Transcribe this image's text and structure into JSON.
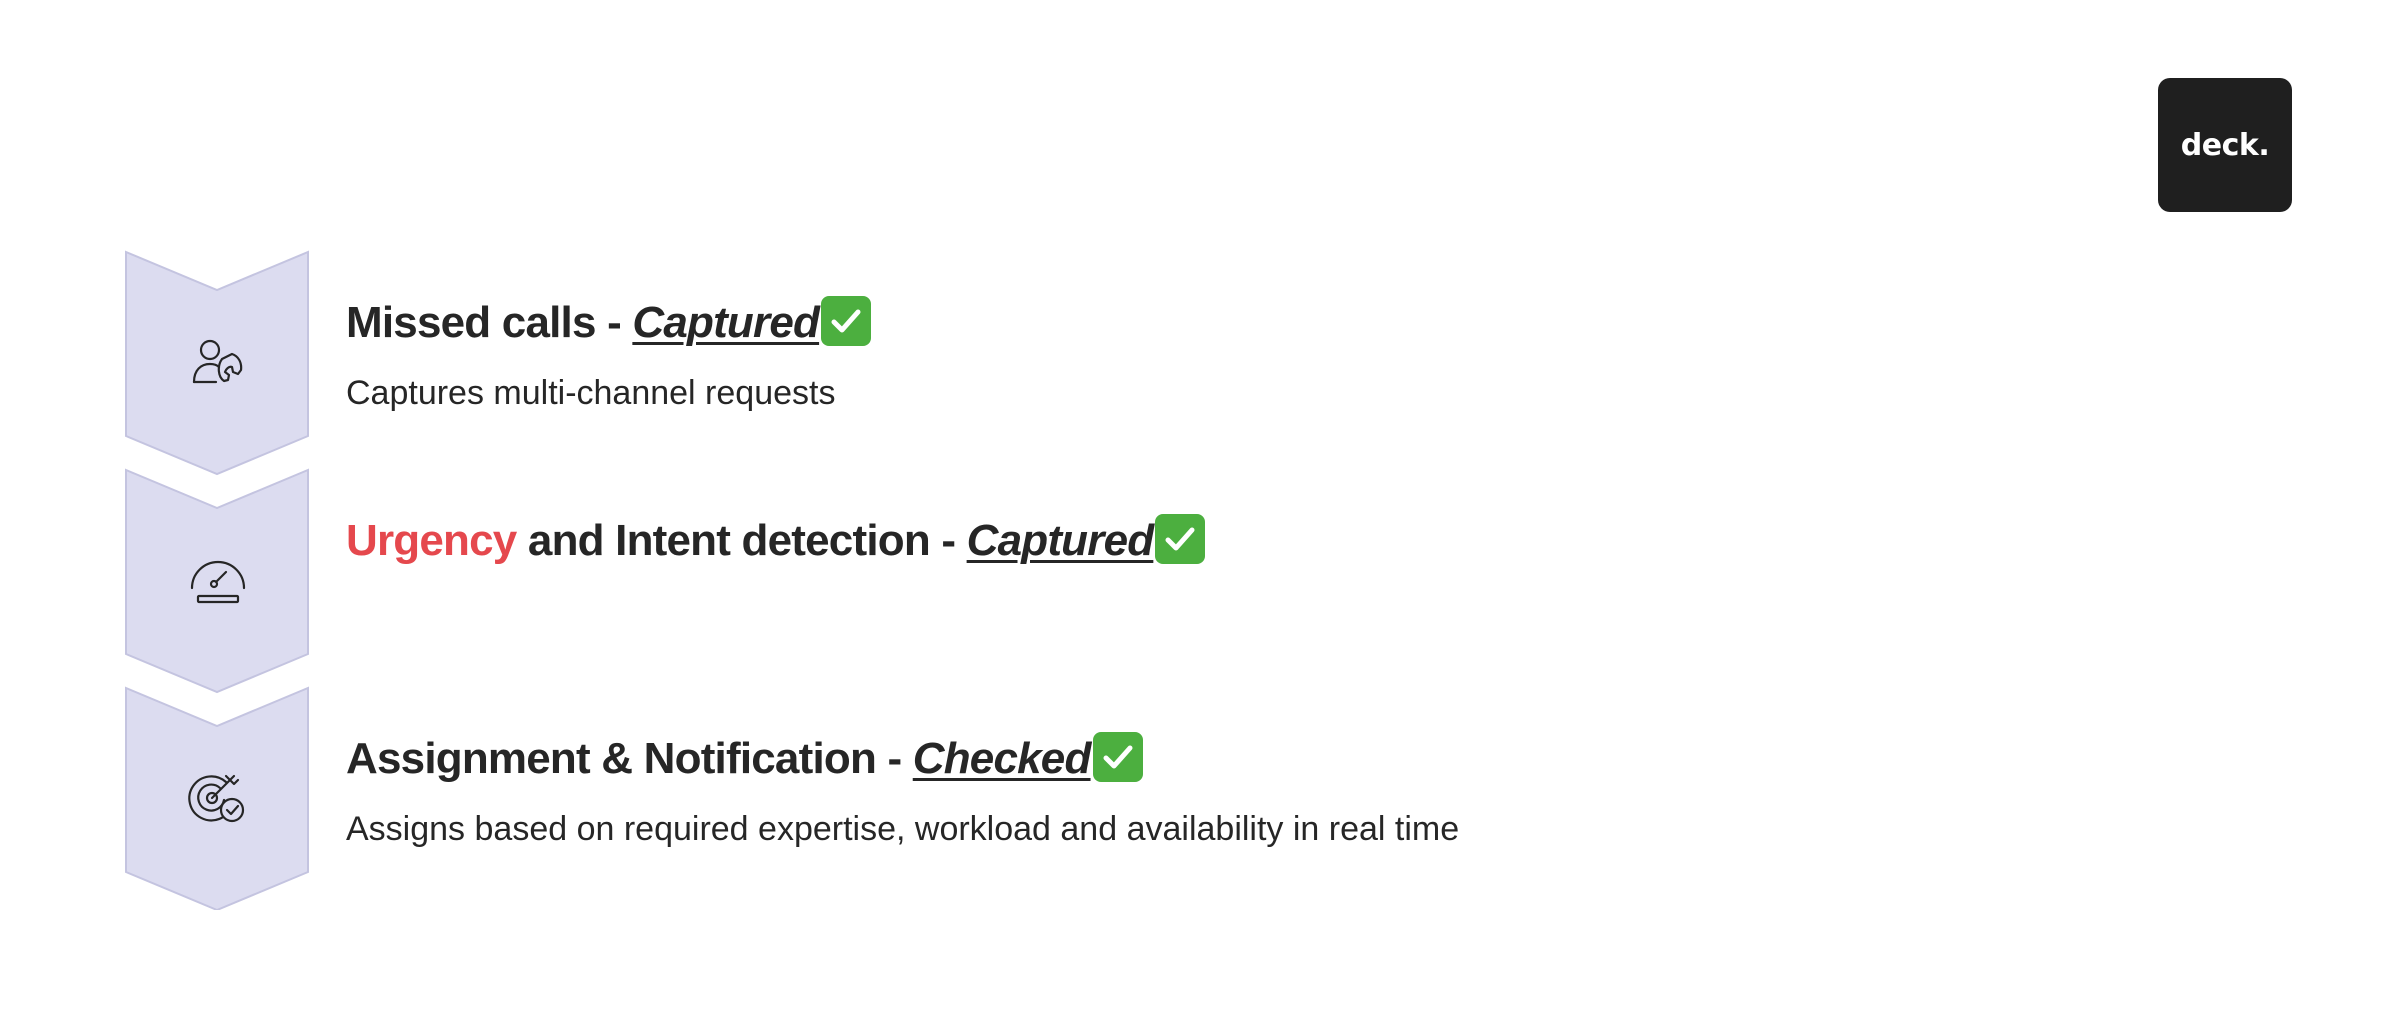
{
  "logo": {
    "text": "deck."
  },
  "steps": [
    {
      "icon": "person-phone-icon",
      "title_prefix": "Missed calls - ",
      "status": "Captured",
      "status_icon": "check-mark-icon",
      "subtitle": "Captures multi-channel requests"
    },
    {
      "icon": "gauge-icon",
      "title_highlight": "Urgency",
      "title_prefix": " and Intent detection - ",
      "status": "Captured",
      "status_icon": "check-mark-icon",
      "subtitle": ""
    },
    {
      "icon": "target-check-icon",
      "title_prefix": "Assignment & Notification - ",
      "status": "Checked",
      "status_icon": "check-mark-icon",
      "subtitle": "Assigns based on required expertise, workload and availability in real time"
    }
  ],
  "colors": {
    "chevron_fill": "#dcdcf0",
    "chevron_stroke": "#c4c4e0",
    "highlight": "#e5484d",
    "check_bg": "#4caf3f",
    "logo_bg": "#1f1f1f"
  }
}
